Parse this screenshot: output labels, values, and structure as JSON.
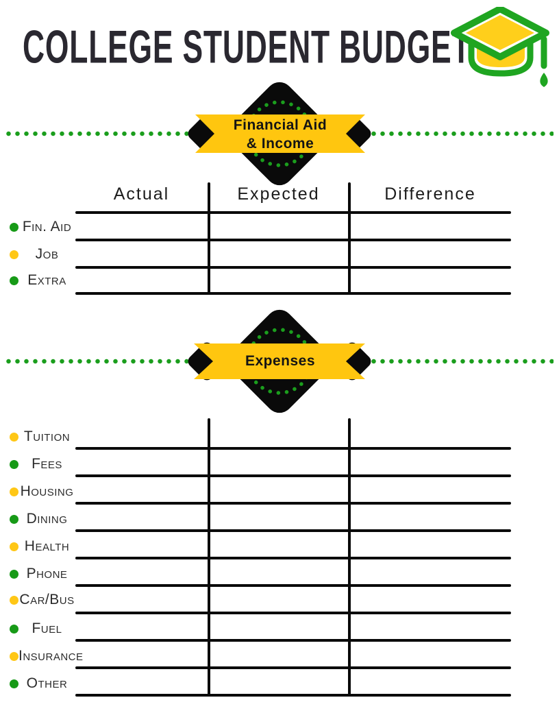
{
  "title": "College Student Budget",
  "icon": {
    "name": "graduation-cap"
  },
  "colors": {
    "green": "#1b9e1d",
    "yellow": "#ffc60f",
    "black": "#0a0a0a",
    "title_text": "#2a2830"
  },
  "income": {
    "banner": {
      "line1": "Financial Aid",
      "line2": "& Income"
    },
    "headers": [
      "Actual",
      "Expected",
      "Difference"
    ],
    "rows": [
      {
        "label": "Fin. Aid",
        "bullet": "green"
      },
      {
        "label": "Job",
        "bullet": "yellow"
      },
      {
        "label": "Extra",
        "bullet": "green"
      }
    ]
  },
  "expenses": {
    "banner": {
      "line1": "Expenses"
    },
    "rows": [
      {
        "label": "Tuition",
        "bullet": "yellow"
      },
      {
        "label": "Fees",
        "bullet": "green"
      },
      {
        "label": "Housing",
        "bullet": "yellow"
      },
      {
        "label": "Dining",
        "bullet": "green"
      },
      {
        "label": "Health",
        "bullet": "yellow"
      },
      {
        "label": "Phone",
        "bullet": "green"
      },
      {
        "label": "Car/Bus",
        "bullet": "yellow"
      },
      {
        "label": "Fuel",
        "bullet": "green"
      },
      {
        "label": "Insurance",
        "bullet": "yellow"
      },
      {
        "label": "Other",
        "bullet": "green"
      }
    ]
  }
}
